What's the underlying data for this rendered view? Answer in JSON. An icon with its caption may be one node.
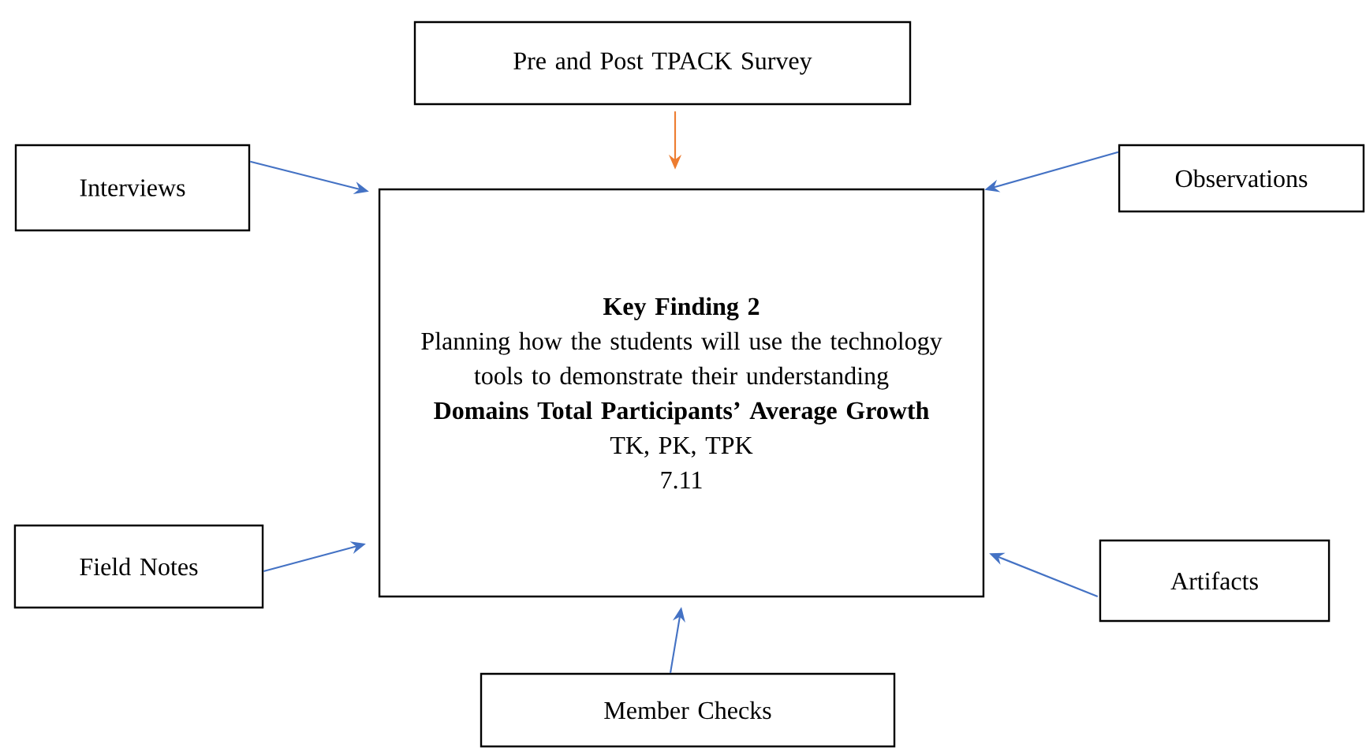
{
  "diagram": {
    "nodes": [
      {
        "text": [
          "Pre and Post TPACK Survey"
        ]
      },
      {
        "text": [
          "Interviews"
        ]
      },
      {
        "text": [
          "Observations"
        ]
      },
      {
        "text": [
          "Key Finding 2",
          "Planning how the students will use the technology tools to demonstrate their understanding",
          "Domains Total Participants’ Average Growth",
          "TK, PK, TPK",
          "7.11"
        ]
      },
      {
        "text": [
          "Field Notes"
        ]
      },
      {
        "text": [
          "Artifacts"
        ]
      },
      {
        "text": [
          "Member Checks"
        ]
      }
    ],
    "edges": [
      {
        "from": 0,
        "to": 3,
        "arrow": "to",
        "color": "#ed7d31"
      },
      {
        "from": 1,
        "to": 3,
        "arrow": "to"
      },
      {
        "from": 2,
        "to": 3,
        "arrow": "to"
      },
      {
        "from": 4,
        "to": 3,
        "arrow": "to"
      },
      {
        "from": 5,
        "to": 3,
        "arrow": "to"
      },
      {
        "from": 6,
        "to": 3,
        "arrow": "to"
      }
    ]
  }
}
